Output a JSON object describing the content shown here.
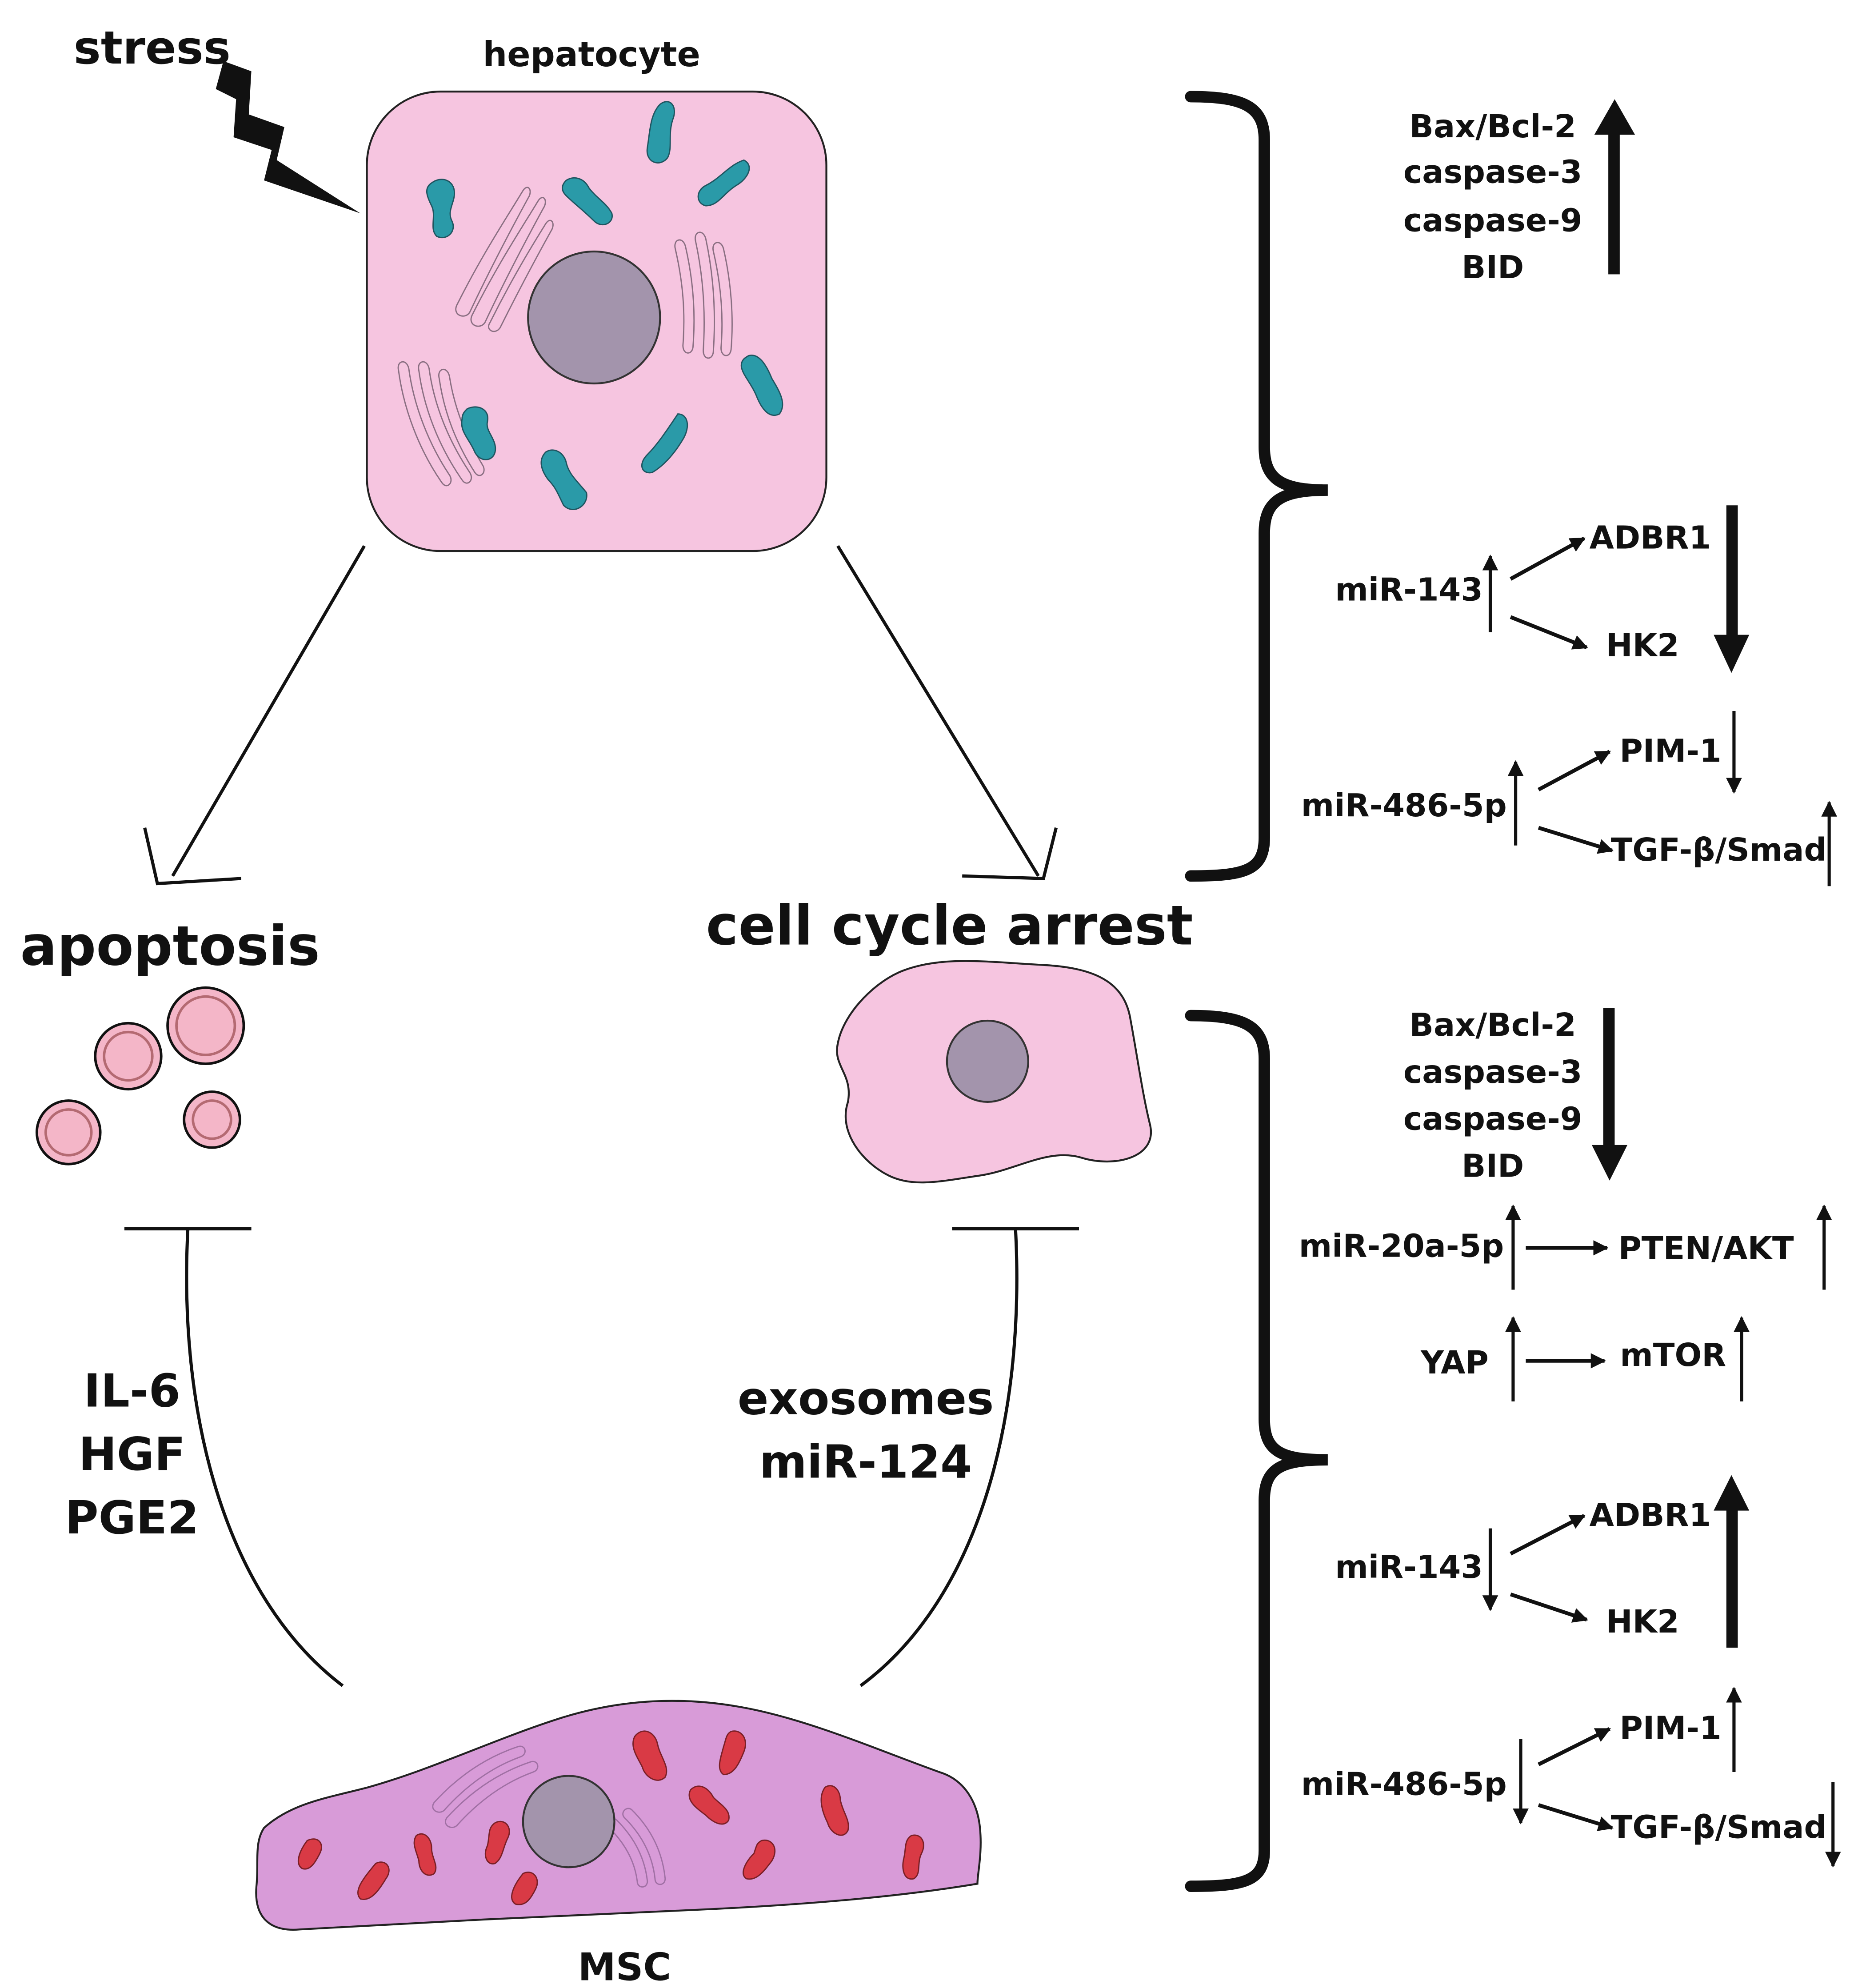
{
  "colors": {
    "hepatocyte_fill": "#f6c5e0",
    "nucleus_fill": "#a394ac",
    "mitochondria_hepatocyte": "#2a9aa8",
    "msc_fill": "#d89bd8",
    "mitochondria_msc": "#d93a45",
    "apoptotic_body_fill": "#f4b6c8",
    "apoptotic_body_ring": "#b46a72",
    "ink": "#111111"
  },
  "icons": {
    "stress": "lightning-bolt-icon",
    "increase": "up-arrow-icon",
    "decrease": "down-arrow-icon"
  },
  "labels": {
    "stress": "stress",
    "hepatocyte": "hepatocyte",
    "apoptosis": "apoptosis",
    "cell_cycle_arrest": "cell cycle arrest",
    "msc": "MSC",
    "paracrine_factors": [
      "IL-6",
      "HGF",
      "PGE2"
    ],
    "exosome_factors": [
      "exosomes",
      "miR-124"
    ]
  },
  "injury_panel": {
    "apoptosis_markers": [
      "Bax/Bcl-2",
      "caspase-3",
      "caspase-9",
      "BID"
    ],
    "mir143": {
      "name": "miR-143",
      "targets": [
        "ADBR1",
        "HK2"
      ]
    },
    "mir486": {
      "name": "miR-486-5p",
      "targets": [
        "PIM-1",
        "TGF-β/Smad"
      ]
    }
  },
  "msc_panel": {
    "apoptosis_markers": [
      "Bax/Bcl-2",
      "caspase-3",
      "caspase-9",
      "BID"
    ],
    "mir20a": {
      "name": "miR-20a-5p",
      "target": "PTEN/AKT"
    },
    "yap": {
      "name": "YAP",
      "target": "mTOR"
    },
    "mir143": {
      "name": "miR-143",
      "targets": [
        "ADBR1",
        "HK2"
      ]
    },
    "mir486": {
      "name": "miR-486-5p",
      "targets": [
        "PIM-1",
        "TGF-β/Smad"
      ]
    }
  }
}
